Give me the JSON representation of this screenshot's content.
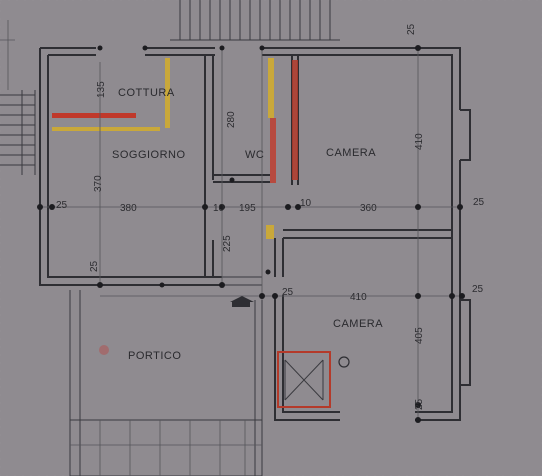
{
  "colors": {
    "paper": "#8d8a8e",
    "ink": "#2e2e33",
    "red_accent": "#c0392b",
    "yellow_accent": "#c9a83a"
  },
  "rooms": {
    "cottura": "COTTURA",
    "soggiorno": "SOGGIORNO",
    "wc": "WC",
    "camera_top": "CAMERA",
    "camera_bottom": "CAMERA",
    "portico": "PORTICO"
  },
  "dimensions": {
    "d135": "135",
    "d370": "370",
    "d280": "280",
    "d410_right": "410",
    "d25_left": "25",
    "d380": "380",
    "d10_a": "10",
    "d195": "195",
    "d10_b": "10",
    "d360": "360",
    "d25_right": "25",
    "d225": "225",
    "d25_mid_left": "25",
    "d25_mid": "25",
    "d410_mid": "410",
    "d25_mid_right": "25",
    "d405": "405",
    "d25_bottom": "25",
    "d25_top_right": "25"
  }
}
